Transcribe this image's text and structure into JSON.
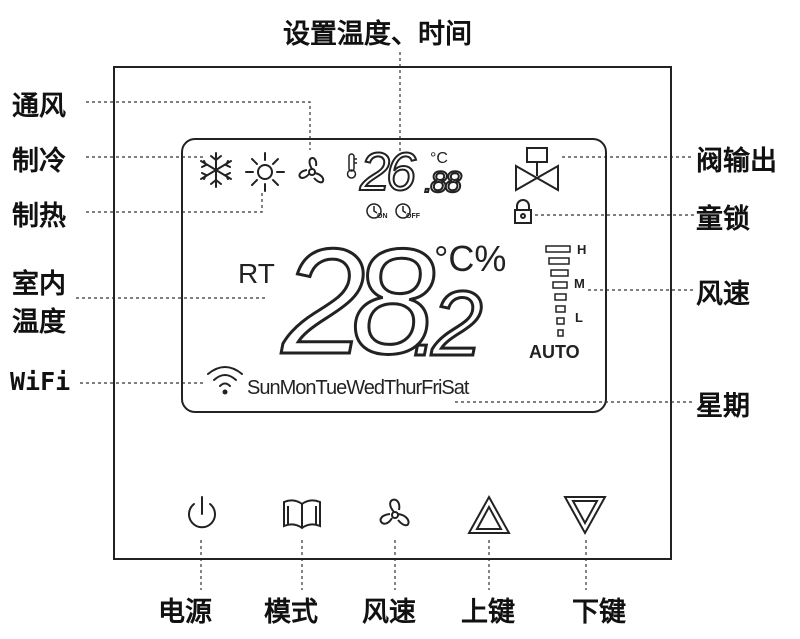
{
  "labels": {
    "top": "设置温度、时间",
    "ventilation": "通风",
    "cooling": "制冷",
    "heating": "制热",
    "room_temp_line1": "室内",
    "room_temp_line2": "温度",
    "wifi": "WiFi",
    "valve_output": "阀输出",
    "child_lock": "童锁",
    "fan_speed": "风速",
    "weekday": "星期"
  },
  "lcd": {
    "set_temp": "26",
    "set_temp_decimal": ".88",
    "set_unit": "°C",
    "on_timer": "ON",
    "off_timer": "OFF",
    "rt_label": "RT",
    "room_temp": "28",
    "room_temp_decimal": ".2",
    "room_unit": "°C%",
    "speed_h": "H",
    "speed_m": "M",
    "speed_l": "L",
    "auto": "AUTO",
    "weekdays": "SunMonTueWedThurFriSat"
  },
  "buttons": {
    "power": "电源",
    "mode": "模式",
    "fan": "风速",
    "up": "上键",
    "down": "下键"
  }
}
